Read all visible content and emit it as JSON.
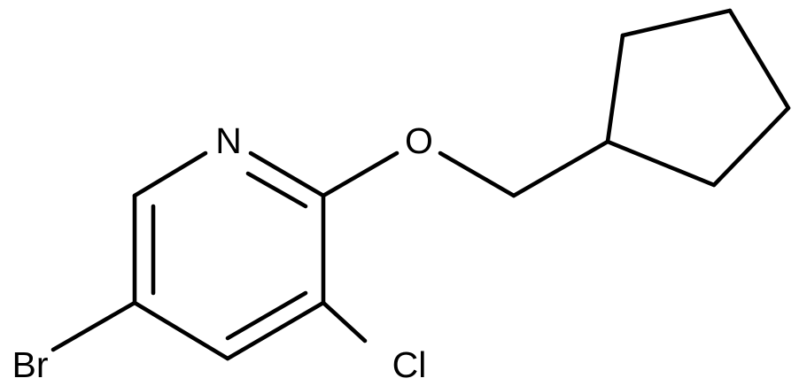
{
  "molecule": {
    "atoms": {
      "n": "N",
      "o": "O",
      "cl": "Cl",
      "br": "Br"
    },
    "bond_color": "#000000",
    "background": "#ffffff"
  }
}
